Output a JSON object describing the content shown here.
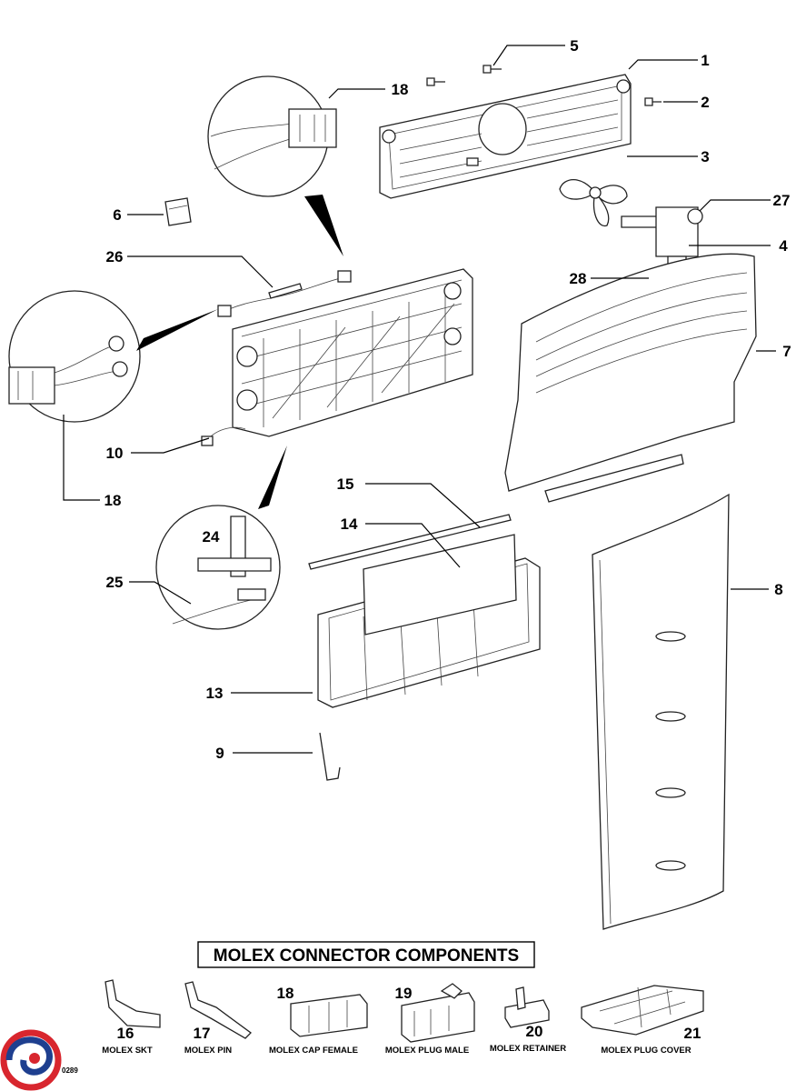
{
  "callouts": {
    "c1": "1",
    "c2": "2",
    "c3": "3",
    "c4": "4",
    "c5": "5",
    "c6": "6",
    "c7": "7",
    "c8": "8",
    "c9": "9",
    "c10": "10",
    "c13": "13",
    "c14": "14",
    "c15": "15",
    "c18a": "18",
    "c18b": "18",
    "c24": "24",
    "c25": "25",
    "c26": "26",
    "c27": "27",
    "c28": "28"
  },
  "legend": {
    "title": "MOLEX CONNECTOR COMPONENTS",
    "items": [
      {
        "number": "16",
        "name": "MOLEX SKT"
      },
      {
        "number": "17",
        "name": "MOLEX PIN"
      },
      {
        "number": "18",
        "name": "MOLEX CAP FEMALE"
      },
      {
        "number": "19",
        "name": "MOLEX PLUG MALE"
      },
      {
        "number": "20",
        "name": "MOLEX RETAINER"
      },
      {
        "number": "21",
        "name": "MOLEX PLUG COVER"
      }
    ]
  },
  "footer": {
    "code": "0289"
  },
  "logo": {
    "icon": "brand-swirl-logo",
    "colors": [
      "#d8262e",
      "#1e3f8f"
    ]
  }
}
